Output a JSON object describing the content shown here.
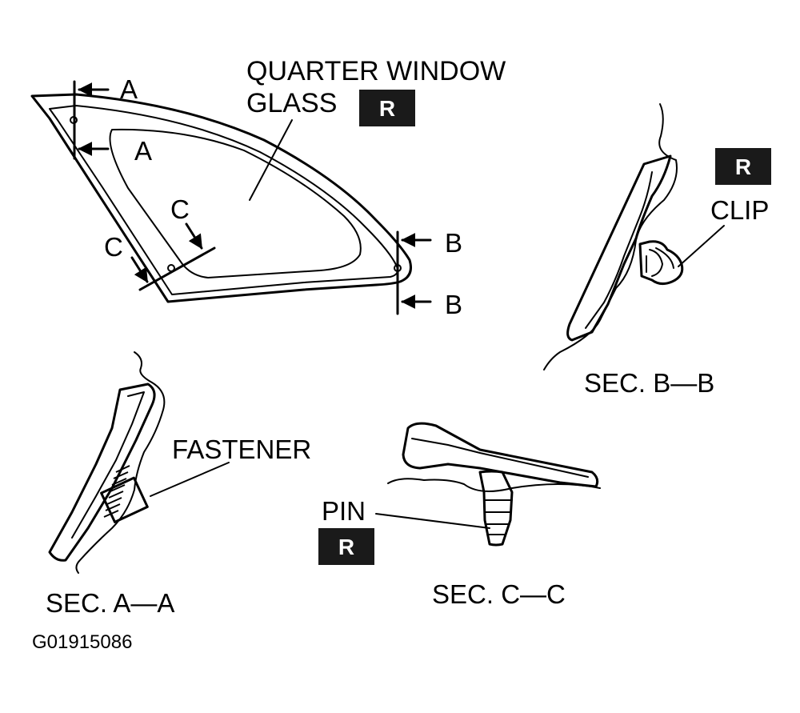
{
  "labels": {
    "quarter_window": "QUARTER WINDOW",
    "glass": "GLASS",
    "clip": "CLIP",
    "fastener": "FASTENER",
    "pin": "PIN",
    "sec_a": "SEC. A—A",
    "sec_b": "SEC. B—B",
    "sec_c": "SEC. C—C",
    "code": "G01915086"
  },
  "section_markers": {
    "a": "A",
    "b": "B",
    "c": "C"
  },
  "badge": "R",
  "colors": {
    "ink": "#000000",
    "paper": "#ffffff",
    "badge_fill": "#1a1a1a",
    "badge_text": "#ffffff"
  }
}
